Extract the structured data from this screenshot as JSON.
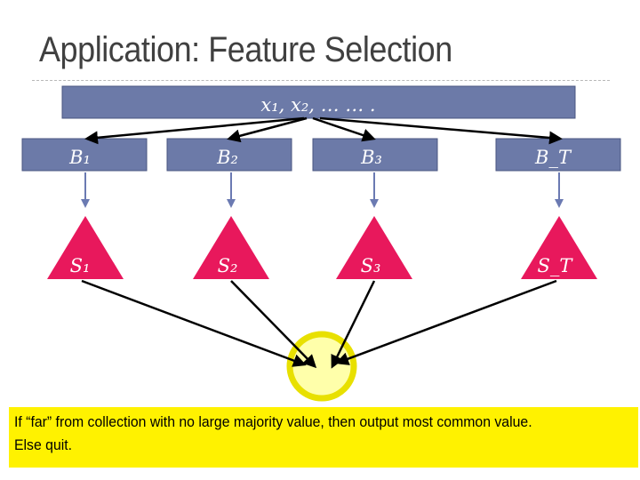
{
  "title": "Application: Feature Selection",
  "colors": {
    "box_fill": "#6C7AA8",
    "box_stroke": "#4a5680",
    "triangle_fill": "#E8185C",
    "arrow_blue": "#6b7ab2",
    "arrow_black": "#000000",
    "callout_fill": "#FFF200",
    "circle_fill": "#FFFFAA",
    "circle_stroke": "#E8E000",
    "label_text": "#ffffff"
  },
  "top_box": {
    "label": "x₁, x₂, … … ."
  },
  "bootstrap_boxes": [
    {
      "label": "B₁"
    },
    {
      "label": "B₂"
    },
    {
      "label": "B₃"
    },
    {
      "label": "B_T"
    }
  ],
  "models": [
    {
      "label": "S₁"
    },
    {
      "label": "S₂"
    },
    {
      "label": "S₃"
    },
    {
      "label": "S_T"
    }
  ],
  "callout": {
    "line1": "If “far” from collection with no large majority value, then output most common value.",
    "line2": "Else quit."
  }
}
